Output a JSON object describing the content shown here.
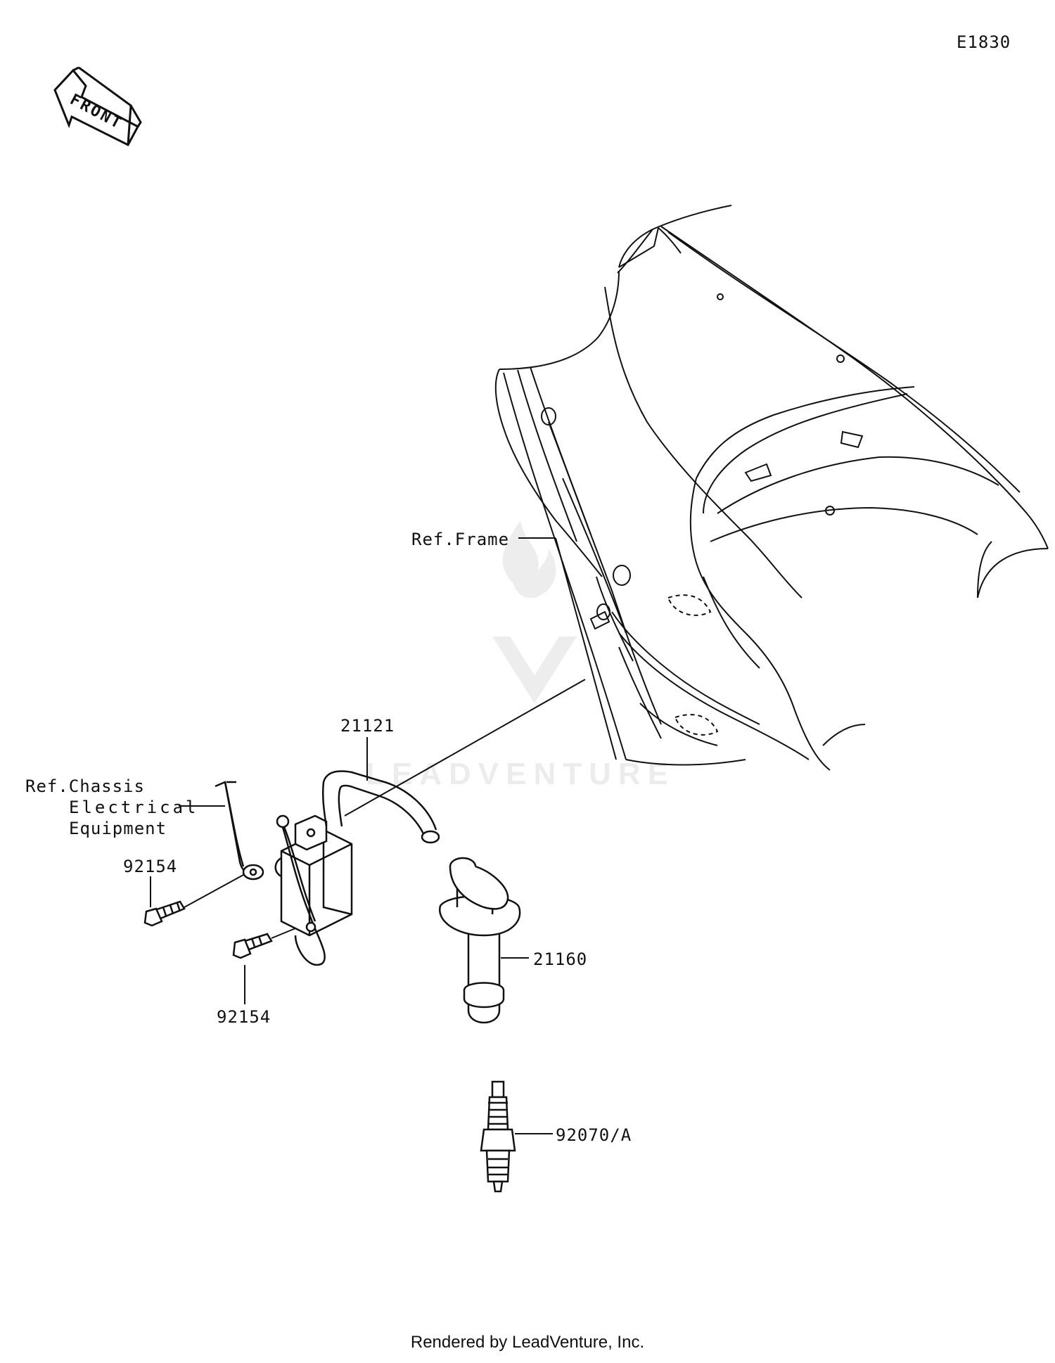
{
  "diagram": {
    "code": "E1830",
    "front_marker": "FRONT",
    "labels": {
      "ref_frame": "Ref.Frame",
      "ref_chassis_line1": "Ref.Chassis",
      "ref_chassis_line2": "Electrical",
      "ref_chassis_line3": "Equipment",
      "part_21121": "21121",
      "part_92154_upper": "92154",
      "part_92154_lower": "92154",
      "part_21160": "21160",
      "part_92070": "92070/A"
    },
    "watermark": "LEADVENTURE",
    "footer": "Rendered by LeadVenture, Inc."
  }
}
